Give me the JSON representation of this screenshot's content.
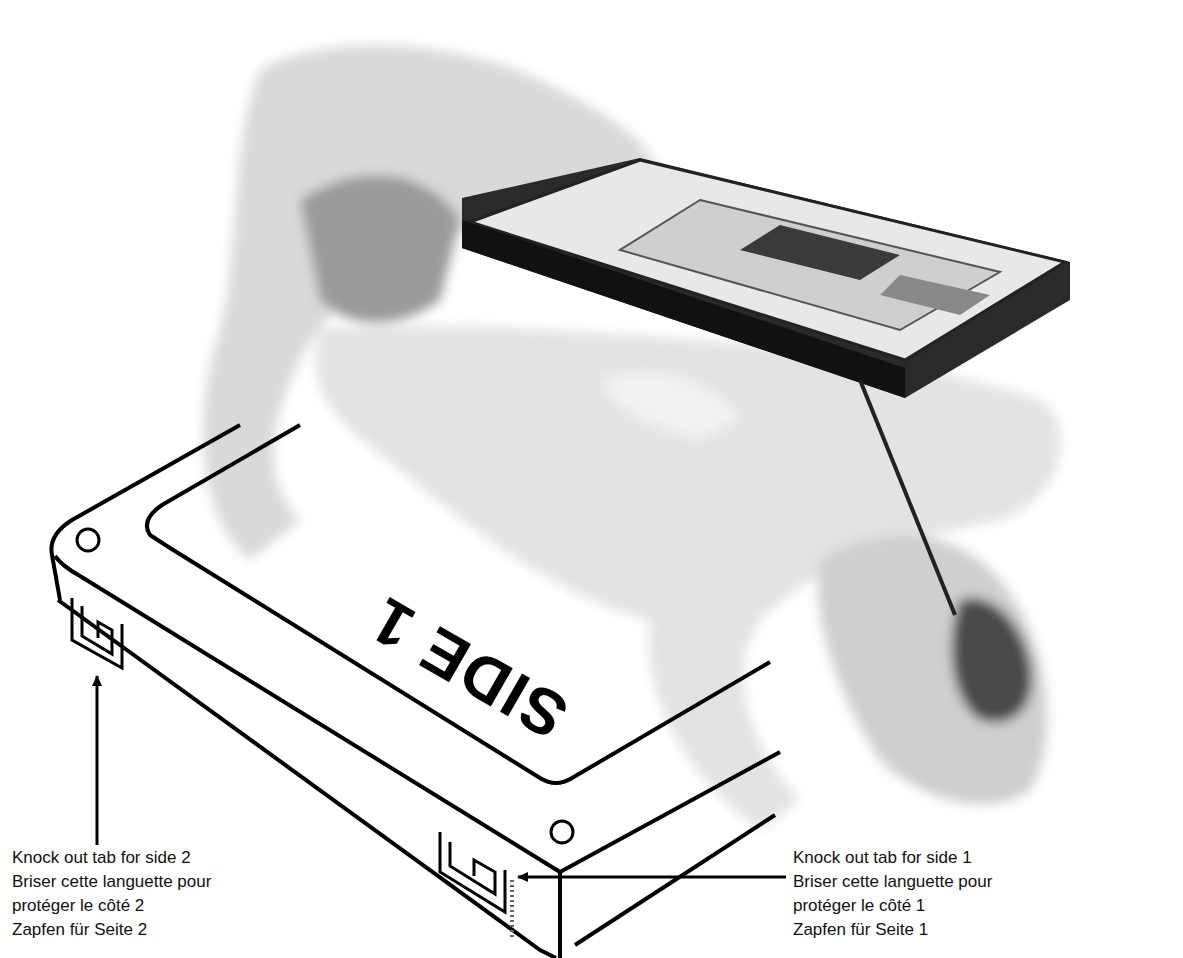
{
  "diagram": {
    "labels": [
      "SIDE 1",
      "Knock out tab for side 2",
      "Briser cette languette pour protéger le côté 2",
      "Zapfen für Seite 2",
      "Knock out tab for side 1",
      "Briser cette languette pour protéger le côté 1",
      "Zapfen für Seite 1"
    ]
  }
}
